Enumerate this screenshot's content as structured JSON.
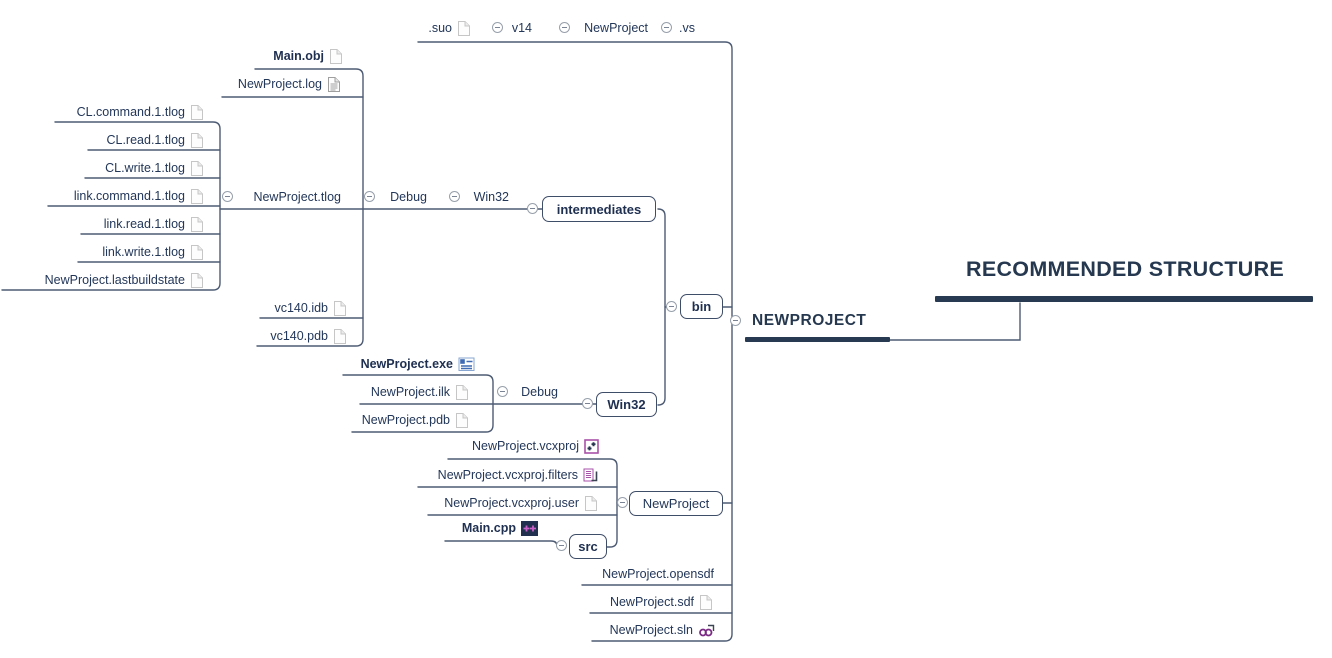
{
  "title": "RECOMMENDED STRUCTURE",
  "root_label": "NEWPROJECT",
  "colors": {
    "text": "#233759",
    "line": "#4d5b73",
    "bar": "#283a52",
    "box_border": "#3e4d68",
    "purple_accent": "#a951a8",
    "blue_accent": "#3f6bb4"
  },
  "vs_chain": {
    "vs": ".vs",
    "newproject": "NewProject",
    "v14": "v14",
    "suo": ".suo"
  },
  "bin": {
    "label": "bin",
    "intermediates": {
      "label": "intermediates",
      "win32": "Win32",
      "debug": "Debug",
      "debug_files": [
        "Main.obj",
        "NewProject.log",
        "vc140.idb",
        "vc140.pdb"
      ],
      "tlog": {
        "label": "NewProject.tlog",
        "files": [
          "CL.command.1.tlog",
          "CL.read.1.tlog",
          "CL.write.1.tlog",
          "link.command.1.tlog",
          "link.read.1.tlog",
          "link.write.1.tlog",
          "NewProject.lastbuildstate"
        ]
      }
    },
    "win32": {
      "label": "Win32",
      "debug": "Debug",
      "files": [
        "NewProject.exe",
        "NewProject.ilk",
        "NewProject.pdb"
      ]
    }
  },
  "project": {
    "label": "NewProject",
    "files": [
      "NewProject.vcxproj",
      "NewProject.vcxproj.filters",
      "NewProject.vcxproj.user"
    ],
    "src": {
      "label": "src",
      "file": "Main.cpp"
    }
  },
  "root_files": [
    "NewProject.opensdf",
    "NewProject.sdf",
    "NewProject.sln"
  ]
}
